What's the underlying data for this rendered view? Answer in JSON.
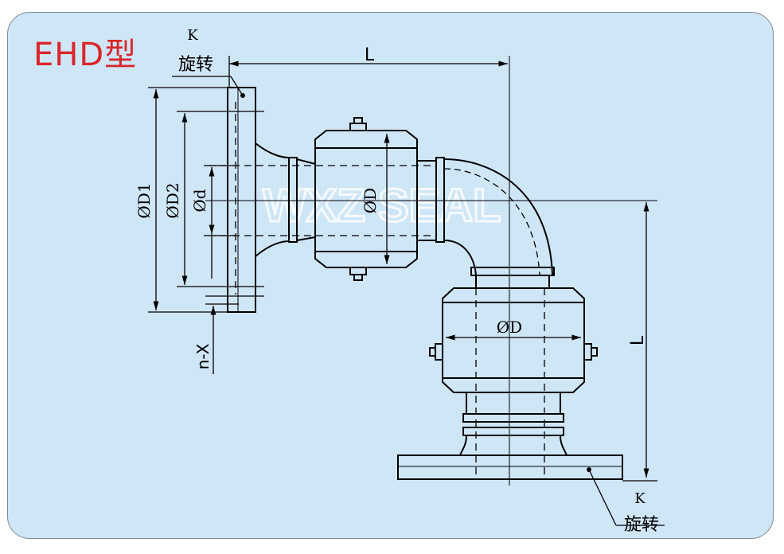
{
  "title": "EHD型",
  "watermark": "WXZ SEAL",
  "labels": {
    "k_top": "K",
    "rotate_top": "旋转",
    "k_bottom": "K",
    "rotate_bottom": "旋转",
    "length_top": "L",
    "length_right": "L",
    "dia_d1": "ØD1",
    "dia_d2": "ØD2",
    "dia_d": "Ød",
    "dia_body_horizontal": "ØD",
    "dia_body_vertical": "ØD",
    "bolt_holes": "n-X"
  },
  "colors": {
    "title": "#d9262b",
    "panel_background": "#cfe6f7",
    "line": "#000000"
  }
}
